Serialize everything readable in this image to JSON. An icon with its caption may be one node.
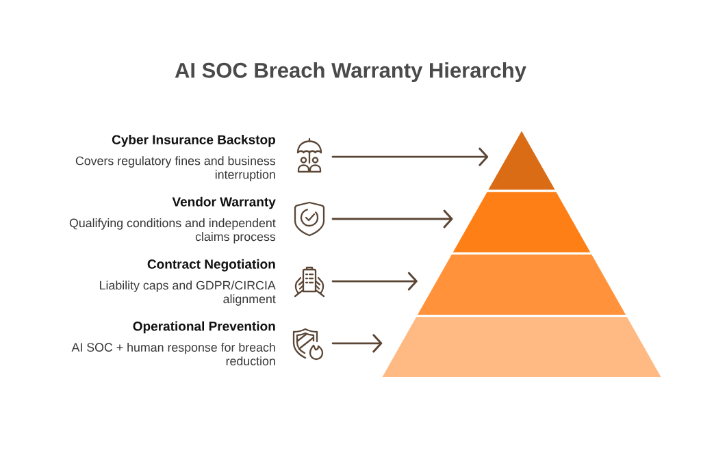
{
  "diagram": {
    "title": "AI SOC Breach Warranty Hierarchy",
    "nodes": [
      {
        "text": [
          "Cyber Insurance Backstop",
          "Covers regulatory fines and business interruption"
        ]
      },
      {
        "text": [
          "Vendor Warranty",
          "Qualifying conditions and independent claims process"
        ]
      },
      {
        "text": [
          "Contract Negotiation",
          "Liability caps and GDPR/CIRCIA alignment"
        ]
      },
      {
        "text": [
          "Operational Prevention",
          "AI SOC + human response for breach reduction"
        ]
      },
      {
        "text": [],
        "shape": "triangle"
      },
      {
        "text": [],
        "shape": "trapezoid"
      },
      {
        "text": [],
        "shape": "trapezoid"
      },
      {
        "text": [],
        "shape": "trapezoid"
      }
    ],
    "edges": [
      {
        "from": 0,
        "to": 4,
        "arrow": "to"
      },
      {
        "from": 1,
        "to": 5,
        "arrow": "to"
      },
      {
        "from": 2,
        "to": 6,
        "arrow": "to"
      },
      {
        "from": 3,
        "to": 7,
        "arrow": "to"
      }
    ]
  }
}
